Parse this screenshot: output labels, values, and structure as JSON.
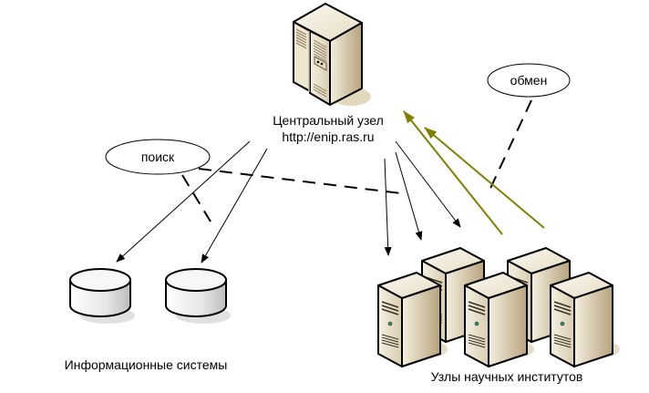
{
  "central_node": {
    "title": "Центральный узел",
    "url": "http://enip.ras.ru",
    "icon": "server-rack-icon"
  },
  "info_systems": {
    "label": "Информационные системы",
    "count": 2,
    "icon": "database-cylinder-icon"
  },
  "institute_nodes": {
    "label": "Узлы научных институтов",
    "count": 5,
    "icon": "server-tower-icon"
  },
  "annotations": {
    "search": "поиск",
    "exchange": "обмен"
  },
  "colors": {
    "arrow_black": "#000000",
    "arrow_olive": "#808000",
    "device_light": "#f4ecdc",
    "device_dark": "#b8a47c",
    "cylinder_light": "#ffffff",
    "cylinder_dark": "#c8c8c8",
    "shadow": "#e4dcc4"
  }
}
